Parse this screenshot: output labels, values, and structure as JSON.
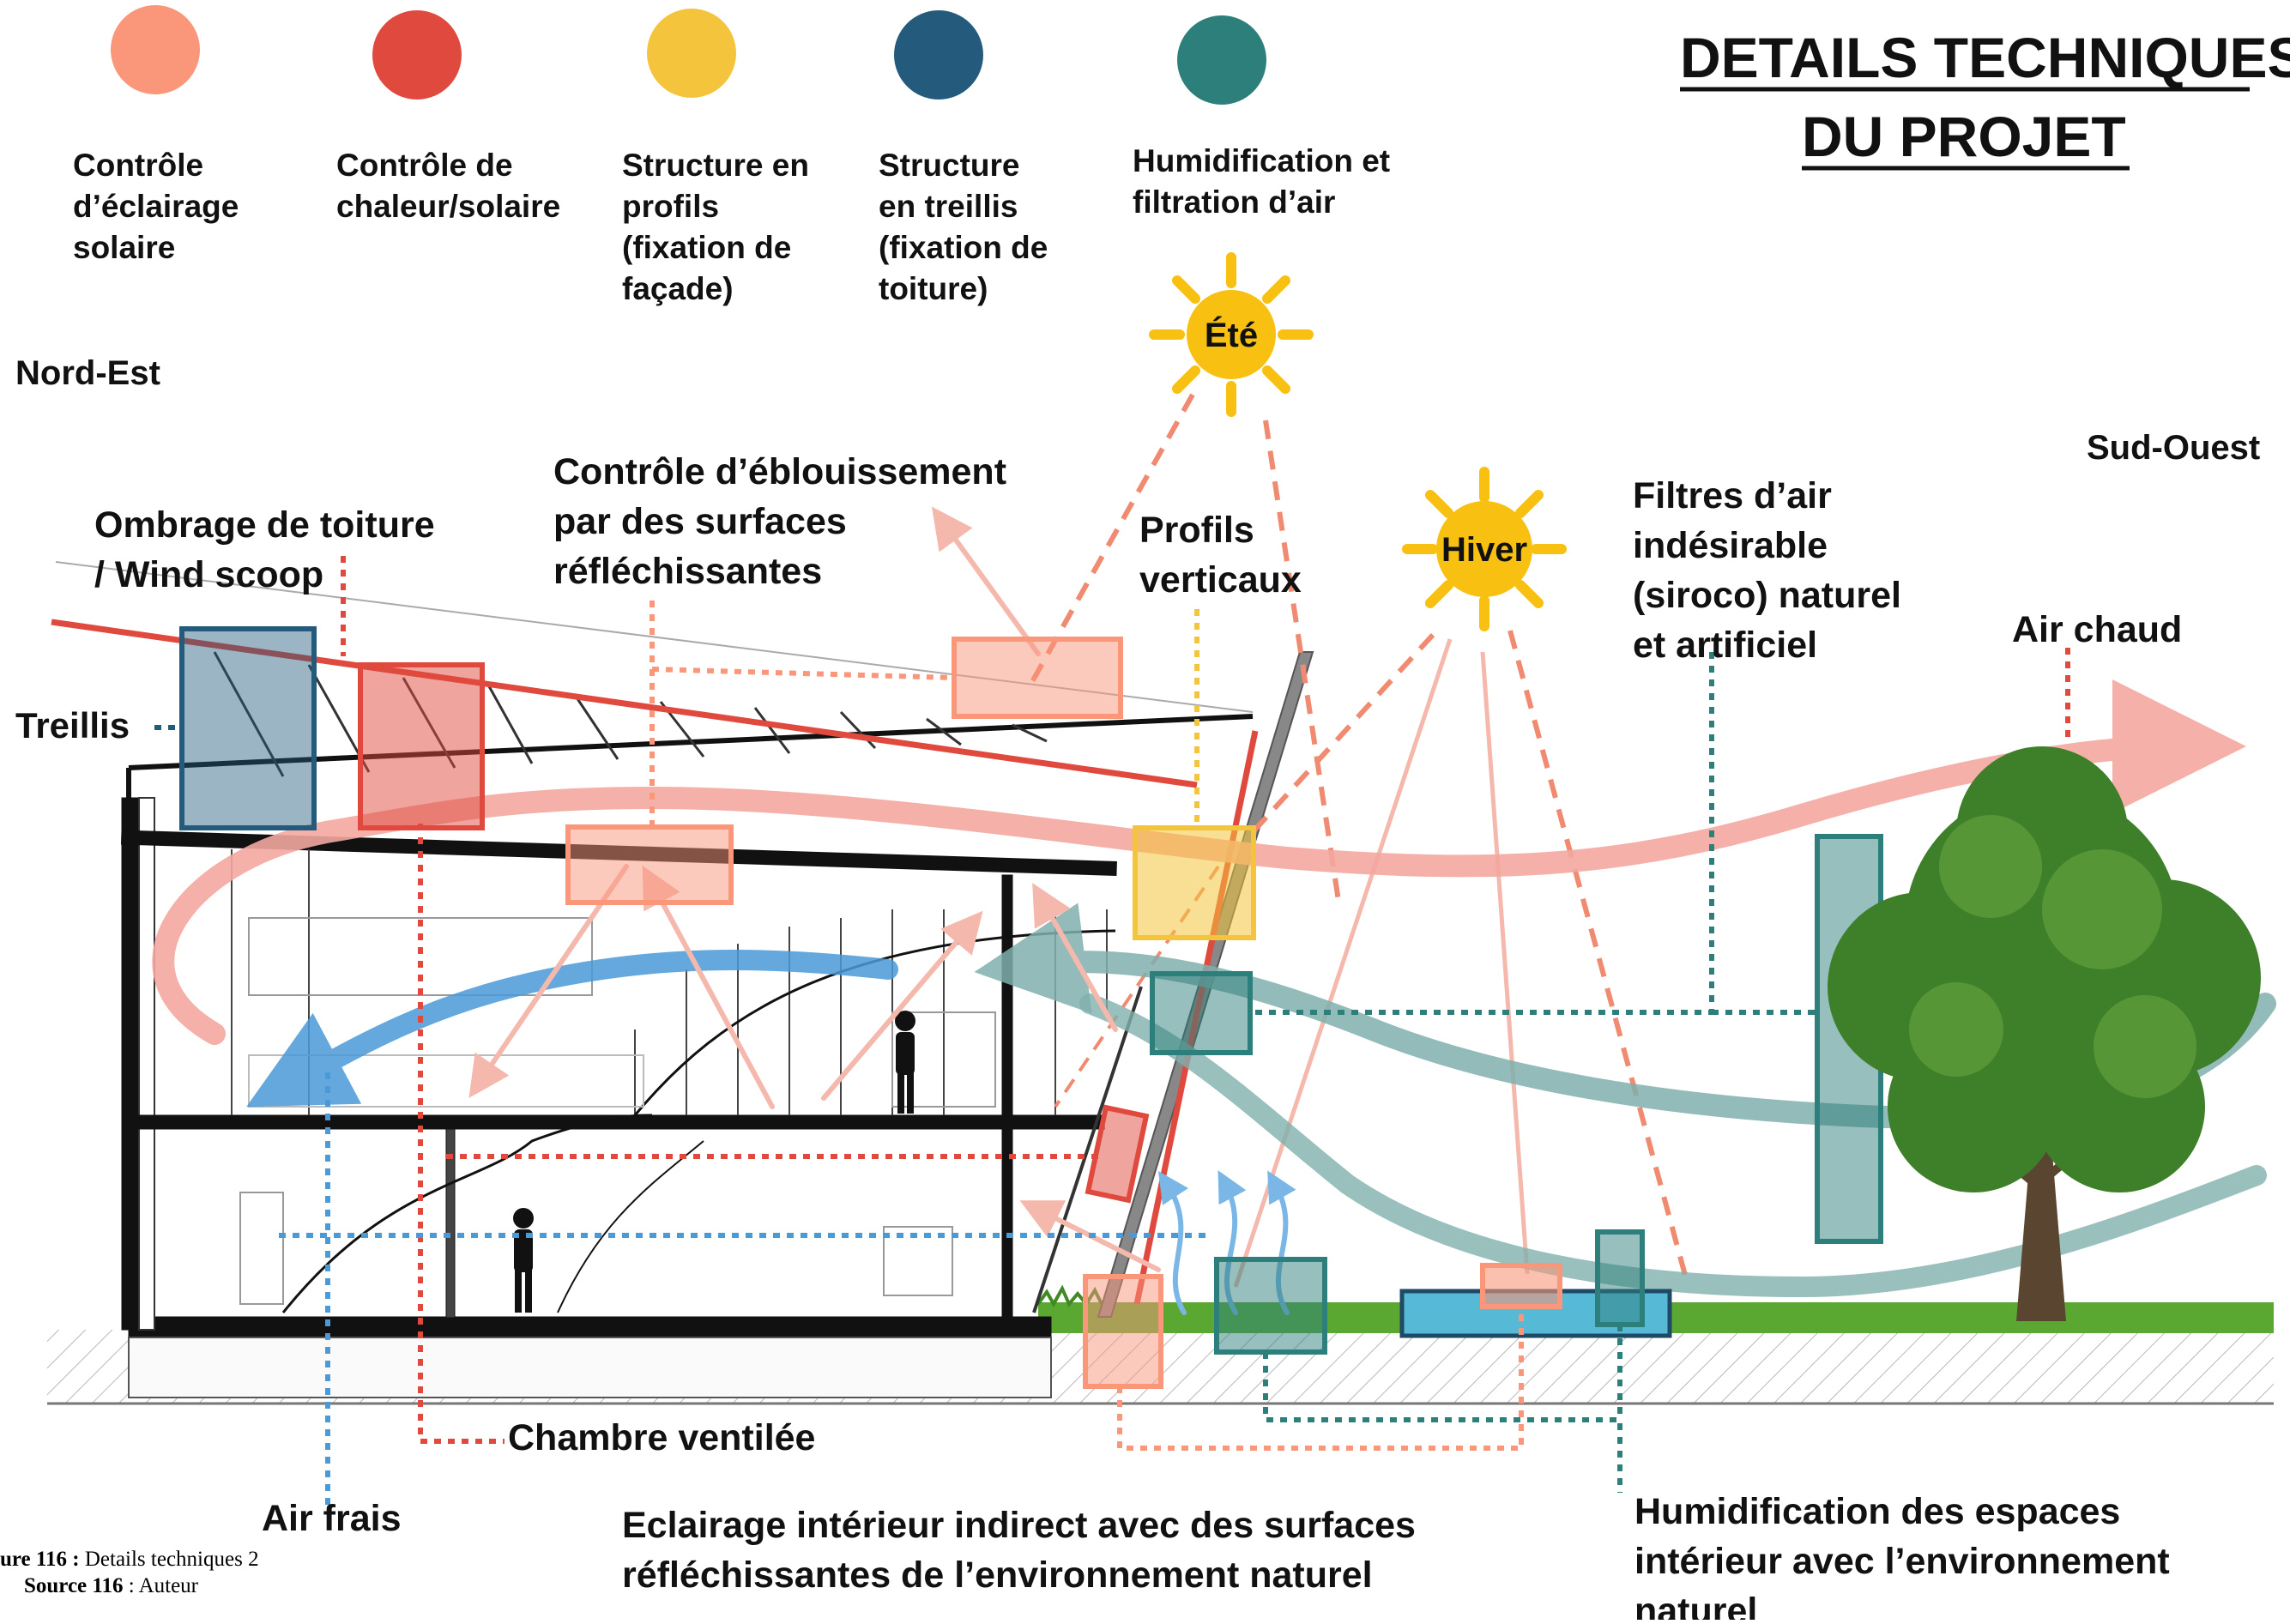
{
  "title": [
    "DETAILS TECHNIQUES",
    "DU PROJET"
  ],
  "legend": [
    {
      "color": "#fa967a",
      "lines": [
        "Contrôle",
        "d’éclairage",
        "solaire"
      ]
    },
    {
      "color": "#e04a3e",
      "lines": [
        "Contrôle de",
        "chaleur/solaire"
      ]
    },
    {
      "color": "#f4c43c",
      "lines": [
        "Structure en",
        "profils",
        "(fixation de",
        "façade)"
      ]
    },
    {
      "color": "#245a7c",
      "lines": [
        "Structure",
        "en treillis",
        "(fixation de",
        "toiture)"
      ]
    },
    {
      "color": "#2d7f7b",
      "lines": [
        "Humidification et",
        "filtration d’air"
      ]
    }
  ],
  "orientation": {
    "left": "Nord-Est",
    "right": "Sud-Ouest"
  },
  "suns": {
    "summer": "Été",
    "winter": "Hiver"
  },
  "labels": {
    "roof_shading": [
      "Ombrage de toiture",
      "/ Wind scoop"
    ],
    "glare_control": [
      "Contrôle d’éblouissement",
      "par des surfaces",
      "réfléchissantes"
    ],
    "vertical_profiles": [
      "Profils",
      "verticaux"
    ],
    "air_filters": [
      "Filtres d’air",
      "indésirable",
      "(siroco) naturel",
      "et artificiel"
    ],
    "hot_air": "Air chaud",
    "truss": "Treillis",
    "ventilated_chamber": "Chambre ventilée",
    "fresh_air": "Air frais",
    "indirect_lighting": [
      "Eclairage intérieur indirect avec des surfaces",
      "réfléchissantes de l’environnement naturel"
    ],
    "humidification": [
      "Humidification des espaces",
      "intérieur avec l’environnement",
      "naturel"
    ]
  },
  "caption": {
    "figure_prefix": "ure 116 :",
    "figure_text": " Details techniques 2",
    "source_prefix": "Source 116",
    "source_text": " : Auteur"
  },
  "colors": {
    "light": "#fa967a",
    "heat": "#e04a3e",
    "profile": "#f4c43c",
    "truss": "#245a7c",
    "humid": "#2d7f7b",
    "cold": "#4a9ad8",
    "sun": "#f8c010",
    "water": "#56b9d6",
    "grass": "#5aa832"
  }
}
